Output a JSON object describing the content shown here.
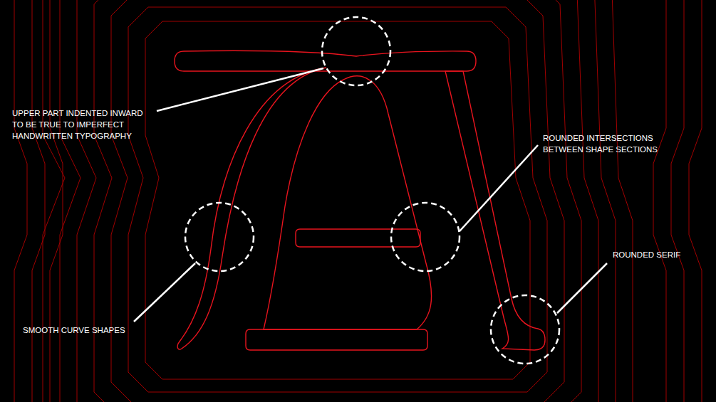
{
  "diagram": {
    "labels": [
      "UPPER PART INDENTED INWARD TO BE TRUE TO IMPERFECT HANDWRITTEN TYPOGRAPHY",
      "ROUNDED INTERSECTIONS BETWEEN SHAPE SECTIONS",
      "ROUNDED SERIF",
      "SMOOTH CURVE SHAPES"
    ]
  }
}
